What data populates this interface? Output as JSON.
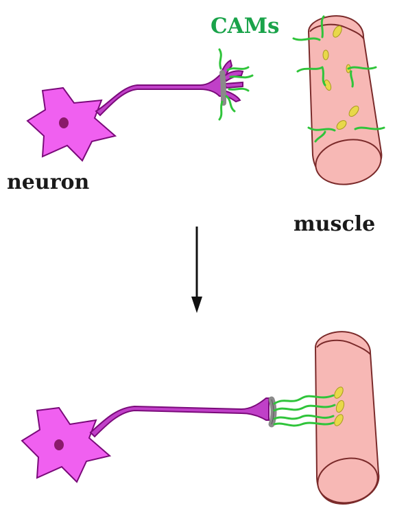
{
  "labels": {
    "cams": "CAMs",
    "neuron": "neuron",
    "muscle": "muscle"
  },
  "colors": {
    "neuron_fill": "#f060f0",
    "neuron_outline": "#7a0a7a",
    "nucleus": "#8a1a6a",
    "axon_fill": "#c040c8",
    "muscle_fill": "#f7b8b5",
    "muscle_outline": "#7a2a2a",
    "cam_green": "#2fc43a",
    "receptor_yellow": "#e8d84a",
    "terminal_gray": "#8a8a8a",
    "arrow": "#111111"
  },
  "panels": [
    {
      "state": "before"
    },
    {
      "state": "after"
    }
  ]
}
